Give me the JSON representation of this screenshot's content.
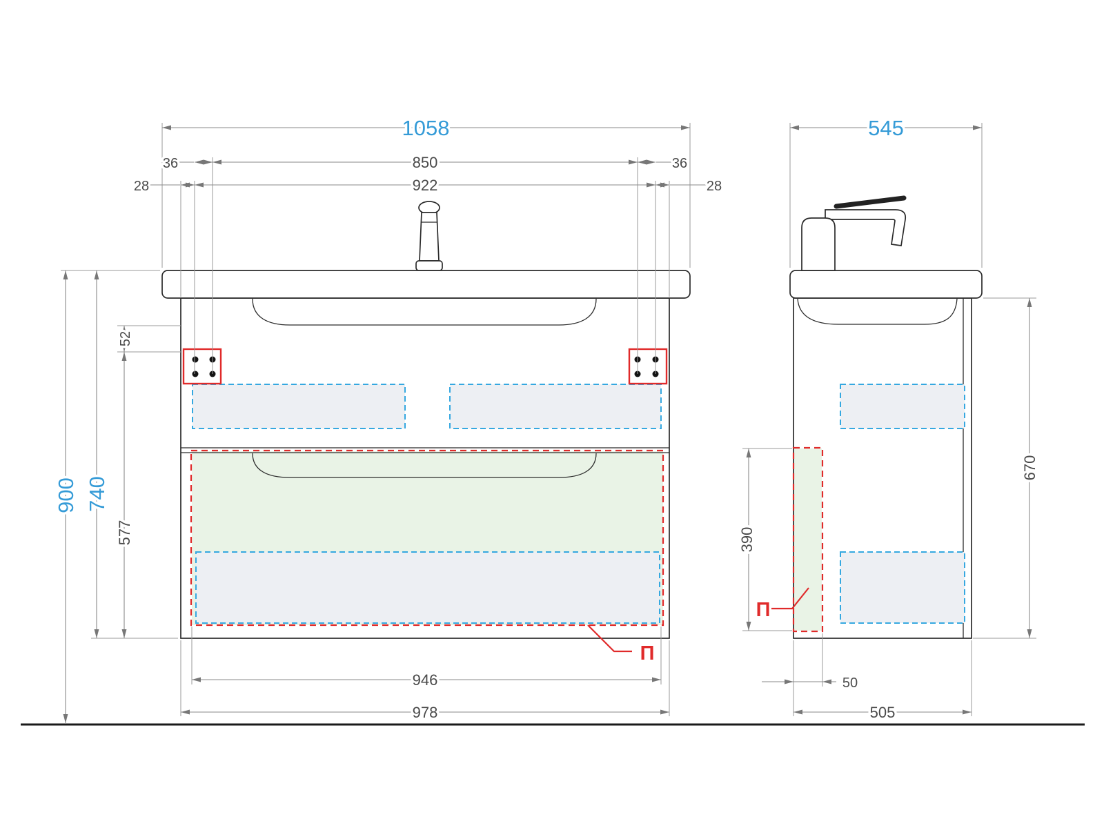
{
  "title": "vanity-cabinet-technical-drawing",
  "colors": {
    "dim_accent_blue": "#359bd7",
    "dim_text_gray": "#4a4a4a",
    "marking_red": "#e02a2a",
    "zone_dashed_blue": "#35a8e0",
    "zone_green_fill": "#e9f3e6",
    "zone_gray_fill": "#edeff3"
  },
  "front_view": {
    "dim_overall_width": "1058",
    "dim_mount_span_850": "850",
    "dim_mount_span_922": "922",
    "dim_offset_36_left": "36",
    "dim_offset_36_right": "36",
    "dim_offset_28_left": "28",
    "dim_offset_28_right": "28",
    "dim_height_900": "900",
    "dim_height_740": "740",
    "dim_offset_52": "52",
    "dim_height_577": "577",
    "dim_inner_width_946": "946",
    "dim_cabinet_width_978": "978",
    "drawer_label": "П"
  },
  "side_view": {
    "dim_overall_depth": "545",
    "dim_cabinet_height_670": "670",
    "dim_drawer_height_390": "390",
    "dim_offset_50": "50",
    "dim_cabinet_depth_505": "505",
    "drawer_label": "П"
  }
}
